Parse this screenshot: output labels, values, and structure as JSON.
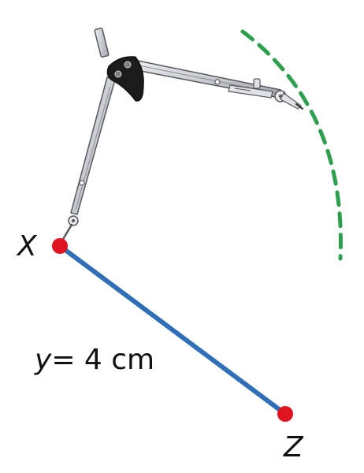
{
  "points": {
    "x": {
      "label": "X"
    },
    "z": {
      "label": "Z"
    }
  },
  "segment_label": {
    "variable": "y",
    "rest": "= 4 cm"
  },
  "colors": {
    "segment": "#2f6fb8",
    "point": "#e0141e",
    "arc": "#2e9e4f",
    "compass_metal": "#c9ccd1",
    "compass_outline": "#55595e",
    "compass_head": "#1b1b1b"
  },
  "icons": [
    "compass-icon"
  ]
}
